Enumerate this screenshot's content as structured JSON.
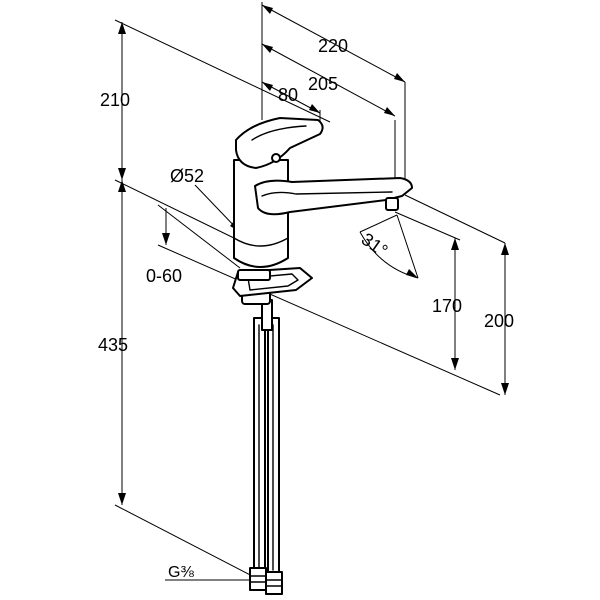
{
  "dimensions": {
    "d220": "220",
    "d205": "205",
    "d80": "80",
    "d210": "210",
    "dia52": "Ø52",
    "d0_60": "0-60",
    "d435": "435",
    "angle31": "31°",
    "d170": "170",
    "d200": "200",
    "thread": "G⅜"
  },
  "colors": {
    "line": "#000000",
    "background": "#ffffff"
  }
}
